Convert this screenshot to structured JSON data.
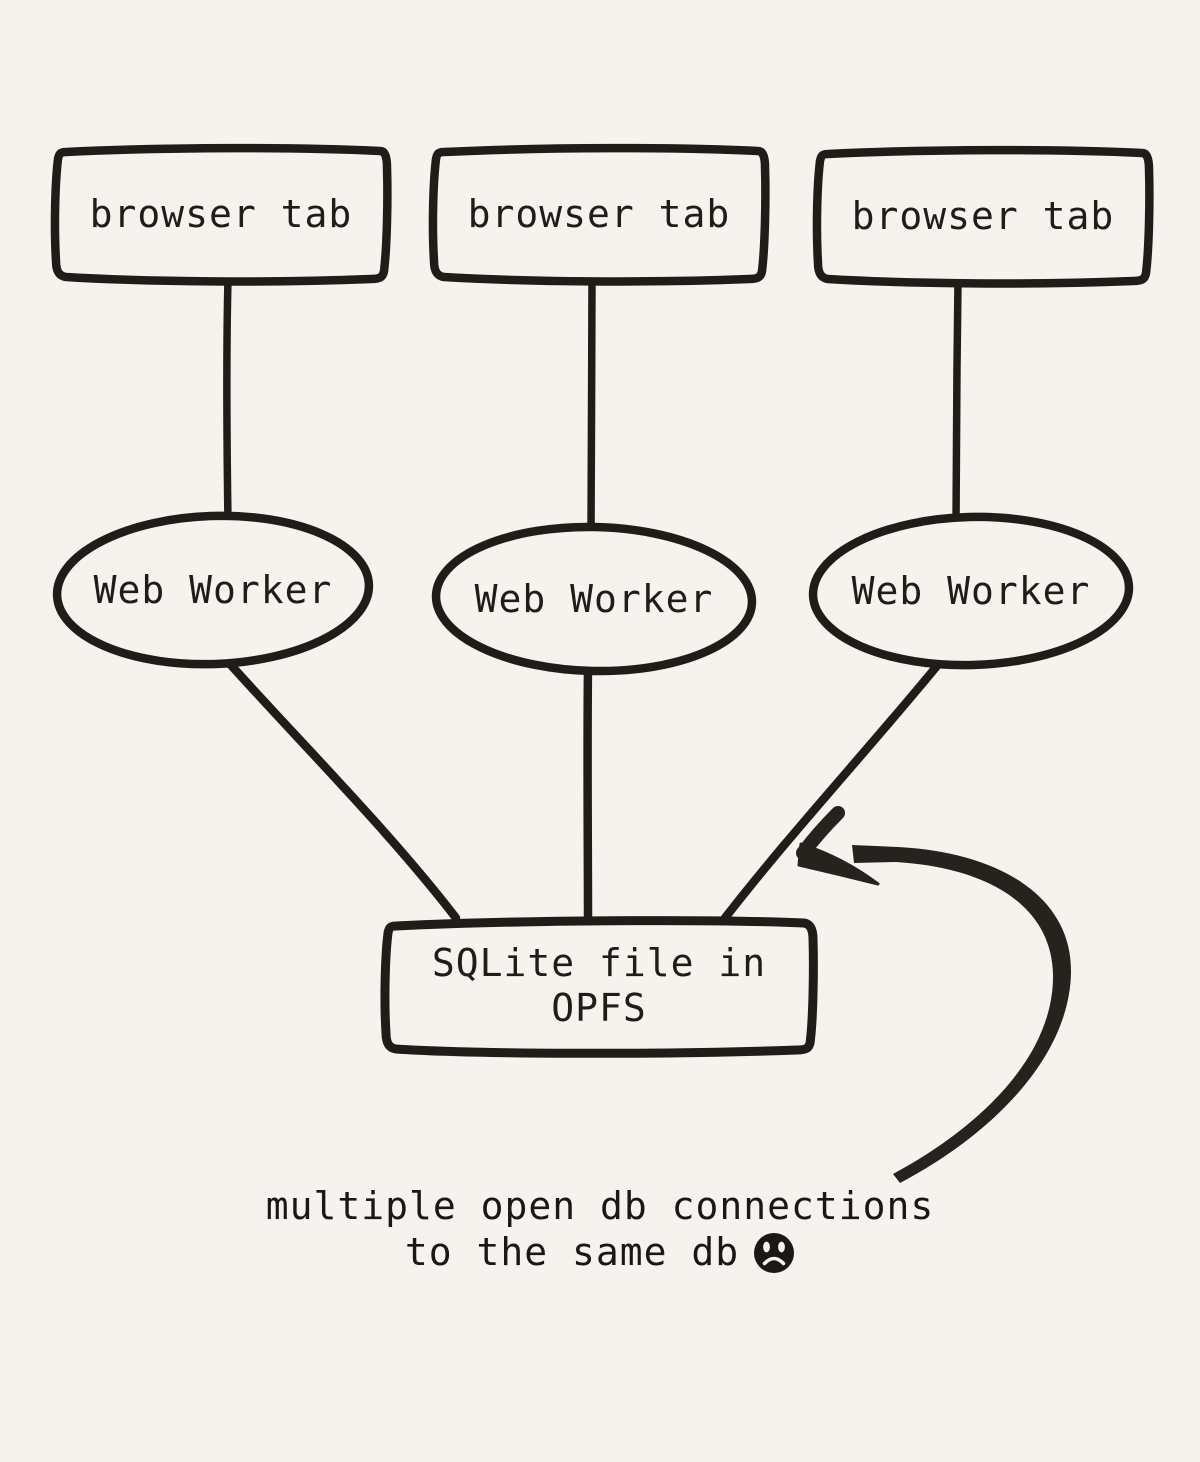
{
  "colors": {
    "background": "#f5f3ee",
    "ink": "#201d19"
  },
  "diagram": {
    "browser_tabs": [
      {
        "label": "browser tab"
      },
      {
        "label": "browser tab"
      },
      {
        "label": "browser tab"
      }
    ],
    "web_workers": [
      {
        "label": "Web Worker"
      },
      {
        "label": "Web Worker"
      },
      {
        "label": "Web Worker"
      }
    ],
    "sqlite_node": {
      "label_line1": "SQLite file in",
      "label_line2": "OPFS"
    },
    "caption": {
      "line1": "multiple open db connections",
      "line2_text": "to the same db",
      "emoji_icon": "frowning-face"
    }
  }
}
